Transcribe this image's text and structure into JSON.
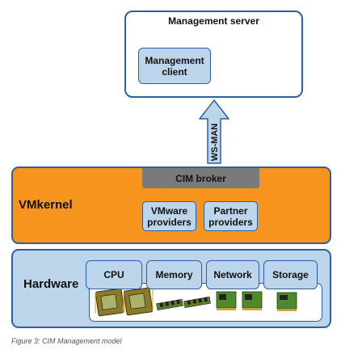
{
  "management_server": {
    "title": "Management server",
    "client_label": "Management client"
  },
  "protocol_arrow": {
    "label": "WS-MAN"
  },
  "vmkernel": {
    "label": "VMkernel",
    "broker_label": "CIM broker",
    "providers": [
      "VMware providers",
      "Partner providers"
    ]
  },
  "hardware": {
    "label": "Hardware",
    "components": [
      "CPU",
      "Memory",
      "Network",
      "Storage"
    ]
  },
  "caption": "Figure 3: CIM Management model",
  "colors": {
    "border_blue": "#2f5f9e",
    "light_blue": "#bcd5ea",
    "vmkernel_orange": "#f7941d",
    "broker_gray": "#7a7a7a"
  }
}
